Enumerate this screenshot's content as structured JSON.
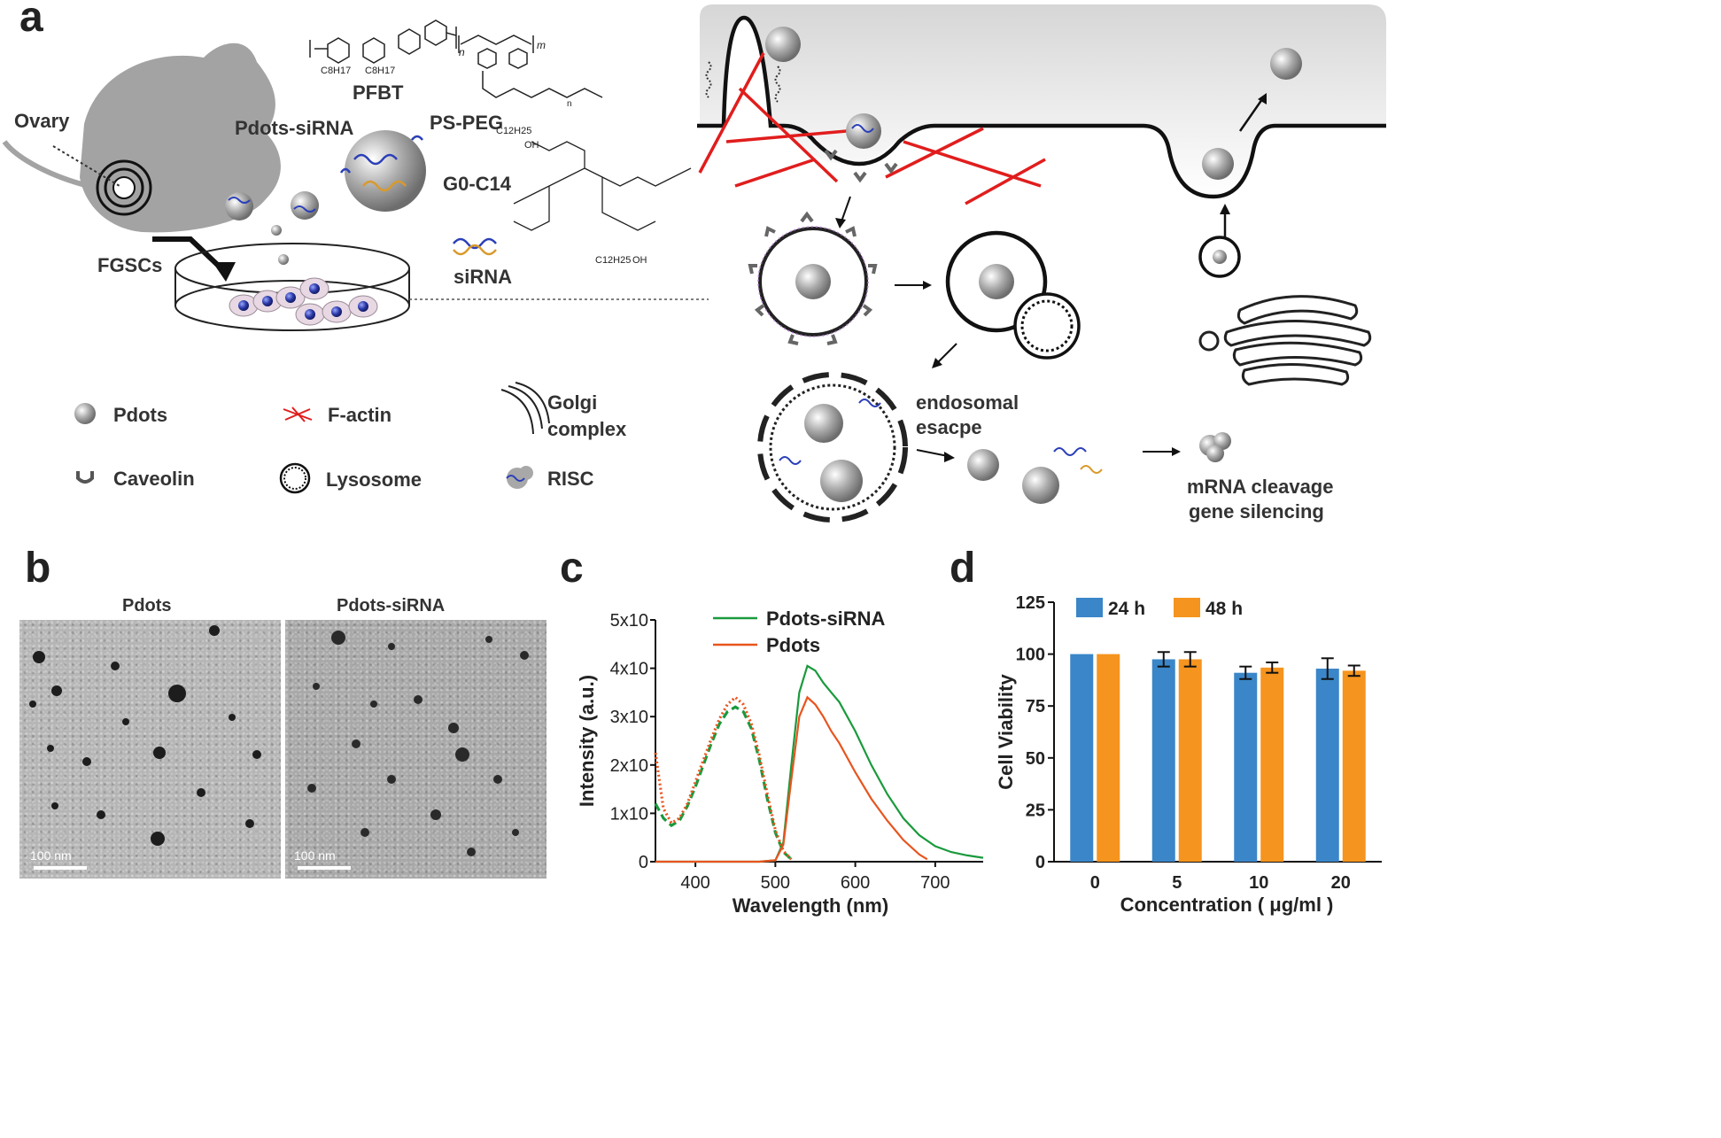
{
  "panels": {
    "a": "a",
    "b": "b",
    "c": "c",
    "d": "d"
  },
  "panel_a": {
    "ovary": "Ovary",
    "fgscs": "FGSCs",
    "pdots_sirna": "Pdots-siRNA",
    "pfbt": "PFBT",
    "pfbt_sub_left": "C8H17",
    "pfbt_sub_right": "C8H17",
    "pfbt_n": "n",
    "ps_peg": "PS-PEG",
    "ps_peg_m": "m",
    "ps_peg_n": "n",
    "g0c14": "G0-C14",
    "sirna": "siRNA",
    "c12h25": "C12H25",
    "oh": "OH",
    "endosomal_escape_1": "endosomal",
    "endosomal_escape_2": "esacpe",
    "mrna_1": "mRNA cleavage",
    "mrna_2": "gene silencing",
    "legend": {
      "pdots": "Pdots",
      "factin": "F-actin",
      "golgi_1": "Golgi",
      "golgi_2": "complex",
      "caveolin": "Caveolin",
      "lysosome": "Lysosome",
      "risc": "RISC"
    },
    "colors": {
      "factin": "#e11d1d",
      "caveolin": "#555555",
      "sirna": "#2b3fb8",
      "sirna_alt": "#d99a2b"
    }
  },
  "panel_b": {
    "left_title": "Pdots",
    "right_title": "Pdots-siRNA",
    "scale_left": "100 nm",
    "scale_right": "100 nm"
  },
  "chart_data": [
    {
      "panel": "c",
      "type": "line",
      "xlabel": "Wavelength (nm)",
      "ylabel": "Intensity (a.u.)",
      "xlim": [
        350,
        760
      ],
      "ylim": [
        0,
        50000
      ],
      "xticks": [
        400,
        500,
        600,
        700
      ],
      "yticks": [
        0,
        10000,
        20000,
        30000,
        40000,
        50000
      ],
      "ytick_labels": [
        "0",
        "1x10",
        "2x10",
        "3x10",
        "4x10",
        "5x10"
      ],
      "legend_position": "top",
      "series": [
        {
          "name": "Pdots-siRNA",
          "color": "#1a9a3c",
          "style": "dashed",
          "kind": "absorption",
          "x": [
            350,
            360,
            370,
            380,
            390,
            400,
            410,
            420,
            430,
            440,
            450,
            460,
            470,
            480,
            490,
            500,
            510,
            520
          ],
          "y": [
            12000,
            9000,
            7500,
            8500,
            11500,
            15500,
            20000,
            24500,
            28500,
            31000,
            32000,
            31000,
            27500,
            21000,
            13000,
            6000,
            2000,
            500
          ]
        },
        {
          "name": "Pdots",
          "color": "#e8541e",
          "style": "dotted",
          "kind": "absorption",
          "x": [
            350,
            360,
            370,
            380,
            390,
            400,
            410,
            420,
            430,
            440,
            450,
            460,
            470,
            480,
            490,
            500,
            510,
            520
          ],
          "y": [
            22500,
            11000,
            8000,
            9000,
            12000,
            16500,
            21000,
            25500,
            29500,
            32500,
            34000,
            32500,
            28500,
            22000,
            14000,
            6500,
            2200,
            500
          ]
        },
        {
          "name": "Pdots-siRNA",
          "color": "#1a9a3c",
          "style": "solid",
          "kind": "emission",
          "x": [
            350,
            400,
            480,
            500,
            510,
            520,
            530,
            540,
            550,
            560,
            570,
            580,
            600,
            620,
            640,
            660,
            680,
            700,
            720,
            740,
            760
          ],
          "y": [
            0,
            0,
            0,
            300,
            4000,
            20000,
            35000,
            40500,
            39500,
            37000,
            35000,
            33000,
            27000,
            20000,
            14000,
            9000,
            5500,
            3200,
            2000,
            1300,
            800
          ]
        },
        {
          "name": "Pdots",
          "color": "#e8541e",
          "style": "solid",
          "kind": "emission",
          "x": [
            350,
            400,
            480,
            500,
            510,
            520,
            530,
            540,
            550,
            560,
            570,
            580,
            600,
            620,
            640,
            660,
            680,
            690
          ],
          "y": [
            0,
            0,
            0,
            300,
            3500,
            17000,
            30000,
            34000,
            32500,
            30000,
            27000,
            24500,
            18500,
            13000,
            8500,
            4500,
            1500,
            500
          ]
        }
      ]
    },
    {
      "panel": "d",
      "type": "bar",
      "xlabel": "Concentration ( μg/ml )",
      "ylabel": "Cell Viability",
      "categories": [
        "0",
        "5",
        "10",
        "20"
      ],
      "ylim": [
        0,
        125
      ],
      "yticks": [
        0,
        25,
        50,
        75,
        100,
        125
      ],
      "legend_position": "top",
      "series": [
        {
          "name": "24 h",
          "color": "#3a86c8",
          "values": [
            100,
            97.5,
            91,
            93
          ],
          "errors": [
            0,
            3.5,
            3,
            5
          ]
        },
        {
          "name": "48 h",
          "color": "#f5941e",
          "values": [
            100,
            97.5,
            93.5,
            92
          ],
          "errors": [
            0,
            3.5,
            2.5,
            2.5
          ]
        }
      ]
    }
  ]
}
